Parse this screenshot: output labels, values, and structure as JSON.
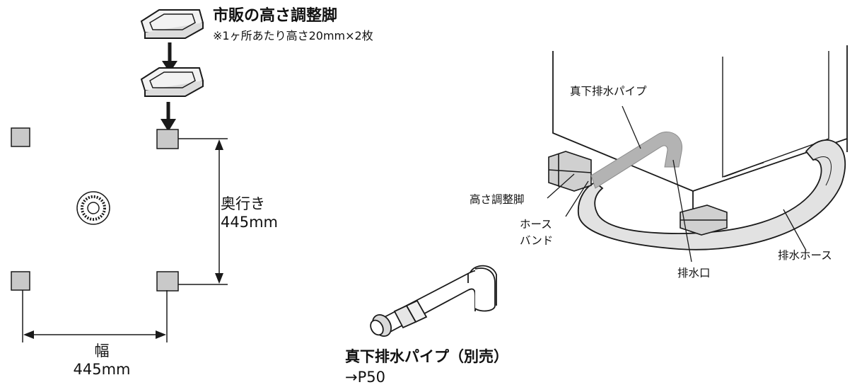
{
  "left_diagram": {
    "title": "市販の高さ調整脚",
    "note": "※1ヶ所あたり高さ20mm×2枚",
    "depth_label": "奥行き",
    "depth_value": "445mm",
    "width_label": "幅",
    "width_value": "445mm"
  },
  "right_diagram": {
    "callout_pipe": "真下排水パイプ",
    "callout_leg": "高さ調整脚",
    "callout_band_line1": "ホース",
    "callout_band_line2": "バンド",
    "callout_outlet": "排水口",
    "callout_hose": "排水ホース"
  },
  "accessory": {
    "title": "真下排水パイプ（別売）",
    "ref": "→P50"
  },
  "colors": {
    "line": "#1a1a1a",
    "foot_fill": "#c9c9c9",
    "pipe_fill": "#b3b3b3",
    "hose_fill": "#e2e2e2"
  }
}
